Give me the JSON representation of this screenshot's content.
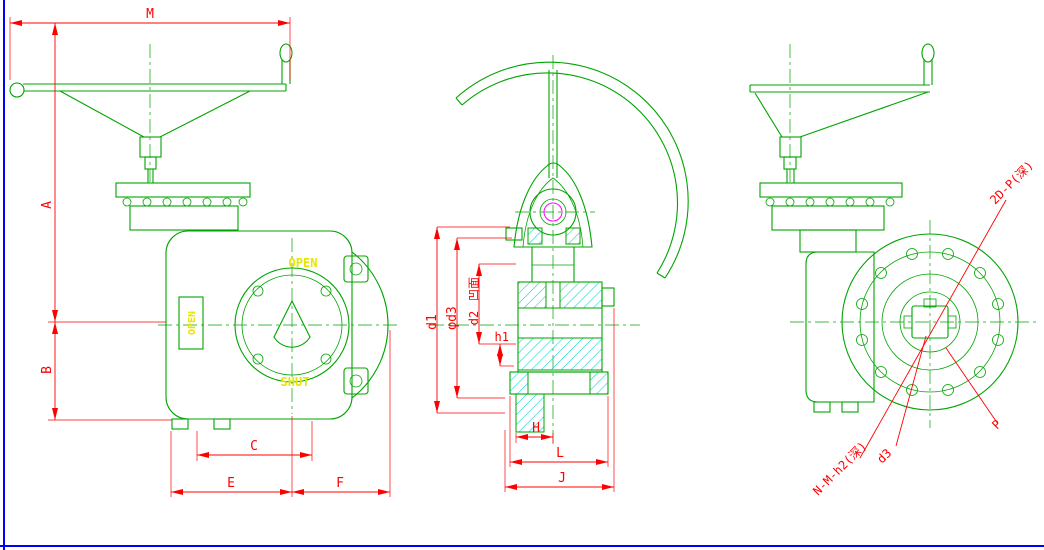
{
  "colors": {
    "geometry-green": "#00a400",
    "dimension-red": "#ff0000",
    "hatch-cyan": "#00d2d2",
    "frame-blue": "#0000ff",
    "label-yellow": "#e6e600",
    "detail-magenta": "#ff00ff",
    "background": "#ffffff"
  },
  "left_view": {
    "name": "handwheel gearbox elevation",
    "dims": {
      "m": "M",
      "a": "A",
      "b": "B",
      "c": "C",
      "e": "E",
      "f": "F"
    },
    "labels": {
      "open": "OPEN",
      "shut": "SHUT",
      "window": "OPEN"
    }
  },
  "center_view": {
    "name": "valve body section",
    "dims": {
      "d1": "d1",
      "phi_d3": "φd3",
      "concave_note": "凹面",
      "d2": "d2",
      "h1": "h1",
      "h": "H",
      "l": "L",
      "j": "J"
    }
  },
  "right_view": {
    "name": "flange face view",
    "dims": {
      "holes_top": "2D-P(深)",
      "holes_bottom": "N-M-h2(深)",
      "d3": "d3",
      "p": "P"
    }
  }
}
